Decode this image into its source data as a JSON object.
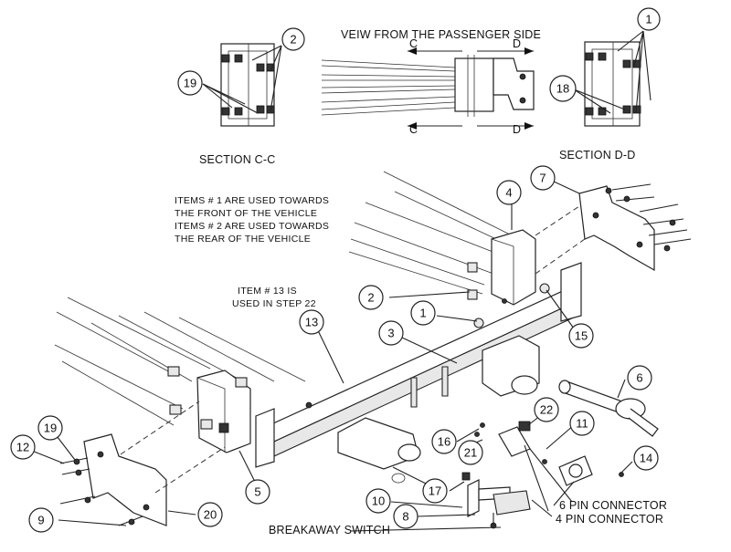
{
  "section_c_c_label": "SECTION C-C",
  "section_d_d_label": "SECTION D-D",
  "view_title": "VEIW FROM THE PASSENGER SIDE",
  "section_marks": {
    "c": "C",
    "d": "D"
  },
  "notes": {
    "items_line1": "ITEMS # 1 ARE USED TOWARDS",
    "items_line2": "THE FRONT OF THE VEHICLE",
    "items_line3": "ITEMS # 2 ARE USED TOWARDS",
    "items_line4": "THE REAR OF THE VEHICLE",
    "item13_line1": "ITEM # 13 IS",
    "item13_line2": "USED IN STEP 22"
  },
  "callouts": {
    "c1_top": "1",
    "c2_top": "2",
    "c18": "18",
    "c19_top": "19",
    "c1": "1",
    "c2": "2",
    "c3": "3",
    "c4": "4",
    "c5": "5",
    "c6": "6",
    "c7": "7",
    "c8": "8",
    "c9": "9",
    "c10": "10",
    "c11": "11",
    "c12": "12",
    "c13": "13",
    "c14": "14",
    "c15": "15",
    "c16": "16",
    "c17": "17",
    "c19": "19",
    "c20": "20",
    "c21": "21",
    "c22": "22"
  },
  "labels": {
    "six_pin": "6 PIN CONNECTOR",
    "four_pin": "4 PIN CONNECTOR",
    "breakaway": "BREAKAWAY SWITCH"
  }
}
